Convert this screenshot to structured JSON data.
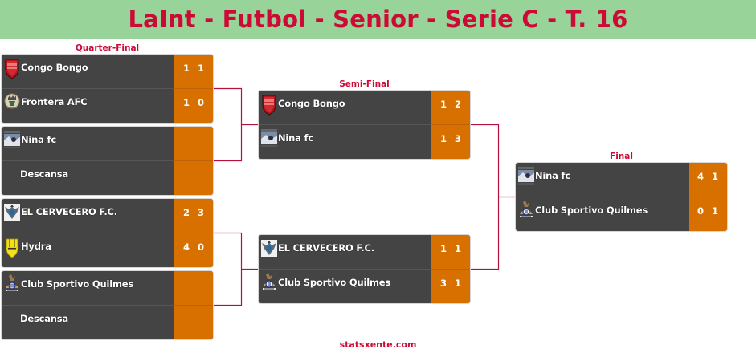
{
  "header": {
    "title": "LaInt - Futbol - Senior - Serie C - T. 16",
    "background_color": "#98d49a",
    "title_color": "#cc0a36"
  },
  "colors": {
    "card": "#444444",
    "score_bg": "#d87000",
    "connector": "#b5103c"
  },
  "rounds": [
    {
      "label": "Quarter-Final",
      "matches": [
        {
          "teams": [
            {
              "name": "Congo Bongo",
              "logo": "congo-bongo-shield-icon",
              "scores": [
                "1",
                "1"
              ]
            },
            {
              "name": "Frontera AFC",
              "logo": "frontera-afc-crest-icon",
              "scores": [
                "1",
                "0"
              ]
            }
          ]
        },
        {
          "teams": [
            {
              "name": "Nina fc",
              "logo": "nina-fc-photo-icon",
              "scores": [
                "",
                ""
              ]
            },
            {
              "name": "Descansa",
              "logo": null,
              "scores": [
                "",
                ""
              ]
            }
          ]
        },
        {
          "teams": [
            {
              "name": "EL CERVECERO F.C.",
              "logo": "el-cervecero-eagle-crest-icon",
              "scores": [
                "2",
                "3"
              ]
            },
            {
              "name": "Hydra",
              "logo": "hydra-shield-icon",
              "scores": [
                "4",
                "0"
              ]
            }
          ]
        },
        {
          "teams": [
            {
              "name": "Club Sportivo Quilmes",
              "logo": "quilmes-crest-icon",
              "scores": [
                "",
                ""
              ]
            },
            {
              "name": "Descansa",
              "logo": null,
              "scores": [
                "",
                ""
              ]
            }
          ]
        }
      ]
    },
    {
      "label": "Semi-Final",
      "matches": [
        {
          "teams": [
            {
              "name": "Congo Bongo",
              "logo": "congo-bongo-shield-icon",
              "scores": [
                "1",
                "2"
              ]
            },
            {
              "name": "Nina fc",
              "logo": "nina-fc-photo-icon",
              "scores": [
                "1",
                "3"
              ]
            }
          ]
        },
        {
          "teams": [
            {
              "name": "EL CERVECERO F.C.",
              "logo": "el-cervecero-eagle-crest-icon",
              "scores": [
                "1",
                "1"
              ]
            },
            {
              "name": "Club Sportivo Quilmes",
              "logo": "quilmes-crest-icon",
              "scores": [
                "3",
                "1"
              ]
            }
          ]
        }
      ]
    },
    {
      "label": "Final",
      "matches": [
        {
          "teams": [
            {
              "name": "Nina fc",
              "logo": "nina-fc-photo-icon",
              "scores": [
                "4",
                "1"
              ]
            },
            {
              "name": "Club Sportivo Quilmes",
              "logo": "quilmes-crest-icon",
              "scores": [
                "0",
                "1"
              ]
            }
          ]
        }
      ]
    }
  ],
  "footer": {
    "text": "statsxente.com"
  }
}
